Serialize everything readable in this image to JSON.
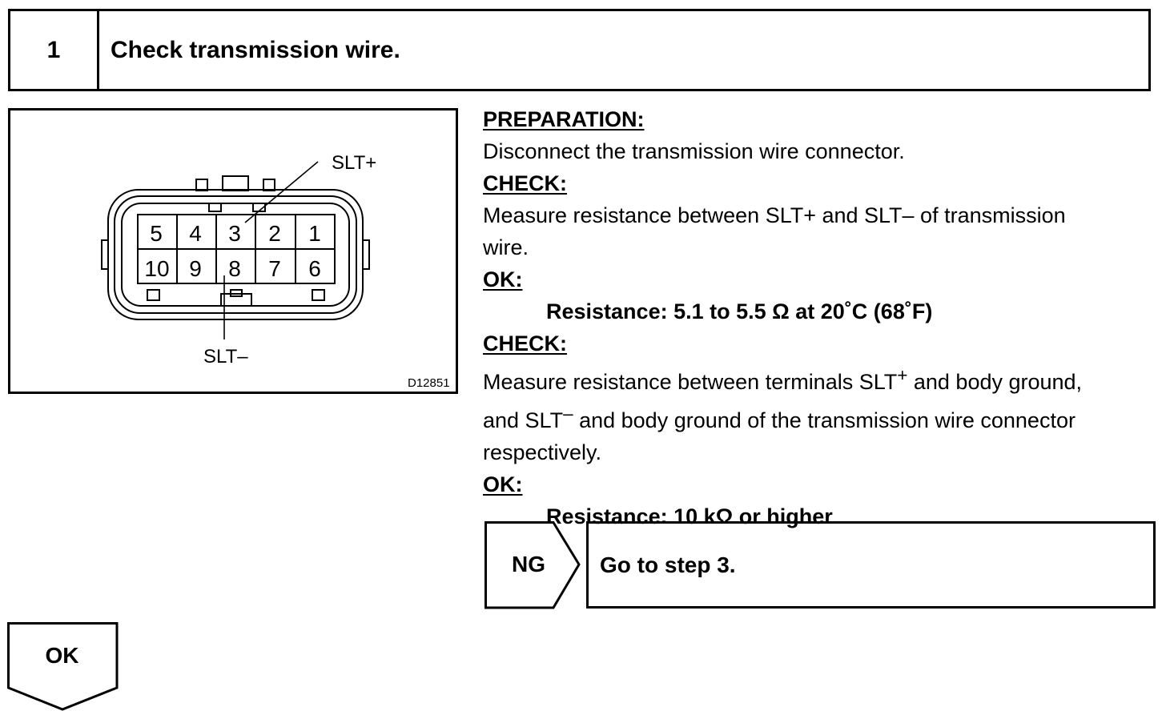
{
  "step": {
    "number": "1",
    "title": "Check transmission wire."
  },
  "figure": {
    "pin_labels": [
      "5",
      "4",
      "3",
      "2",
      "1",
      "10",
      "9",
      "8",
      "7",
      "6"
    ],
    "callout_top": "SLT+",
    "callout_bottom": "SLT–",
    "figure_code": "D12851"
  },
  "instructions": {
    "preparation_heading": "PREPARATION:",
    "preparation_text": "Disconnect the transmission wire connector.",
    "check1_heading": "CHECK:",
    "check1_text_line1": "Measure resistance between SLT+ and SLT– of transmission",
    "check1_text_line2": "wire.",
    "ok1_heading": "OK:",
    "ok1_spec": "Resistance: 5.1 to 5.5 Ω at 20˚C (68˚F)",
    "check2_heading": "CHECK:",
    "check2_line1_before": "Measure resistance between terminals SLT",
    "check2_line1_sup": "+",
    "check2_line1_after": " and body ground,",
    "check2_line2_before": "and SLT",
    "check2_line2_sup": "–",
    "check2_line2_after": " and body ground of the transmission wire connector",
    "check2_line3": "respectively.",
    "ok2_heading": "OK:",
    "ok2_spec": "Resistance: 10 kΩ or higher"
  },
  "ng_branch": {
    "label": "NG",
    "result": "Go to step 3."
  },
  "ok_branch": {
    "label": "OK"
  }
}
